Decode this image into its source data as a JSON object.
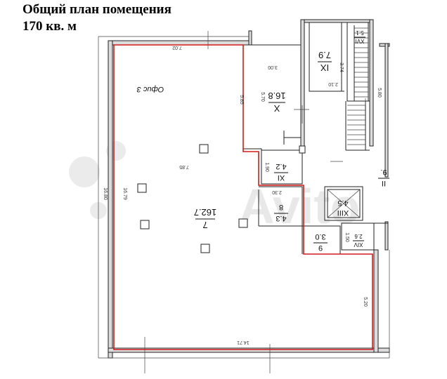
{
  "header": {
    "line1": "Общий план помещения",
    "line2": "170 кв. м"
  },
  "plan": {
    "office_label": "Офис 3",
    "main_room": {
      "number": "7",
      "area": "162.7"
    },
    "rooms": [
      {
        "number": "X",
        "area": "16.8"
      },
      {
        "number": "IX",
        "area": "7.9"
      },
      {
        "number": "XI",
        "area": "4.2"
      },
      {
        "number": "8",
        "area": "4.3"
      },
      {
        "number": "XIII",
        "area": "4.5"
      },
      {
        "number": "9",
        "area": "3.0"
      },
      {
        "number": "XIV",
        "area": "2.6"
      },
      {
        "number": "XVI",
        "area": "5.1"
      },
      {
        "number": "II",
        "area": "9."
      }
    ],
    "dims": {
      "top": "7.02",
      "left_outer": "16.80",
      "left_inner": "16.79",
      "bottom": "14.71",
      "right_lower": "5.20",
      "room_x_top": "3.00",
      "room_x_side": "5.70",
      "room_x_outer": "5.85",
      "room_ix_side": "3.74",
      "room_ix_bottom": "2.10",
      "stair_side": "5.80",
      "main_inner": "7.85",
      "room_xi_side": "1.90",
      "room_8_top": "2.30",
      "room_xiv_side": "1.50"
    },
    "watermark": "Avito"
  }
}
